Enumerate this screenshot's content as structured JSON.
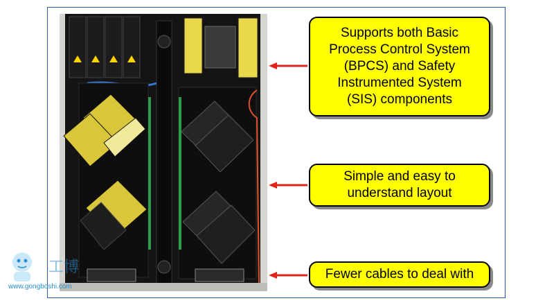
{
  "callouts": [
    {
      "text": "Supports both Basic\nProcess Control System\n(BPCS) and Safety\nInstrumented System\n(SIS) components"
    },
    {
      "text": "Simple and easy to\nunderstand layout"
    },
    {
      "text": "Fewer cables to deal with"
    }
  ],
  "watermark": {
    "url": "www.gongboshi.com",
    "logo_text": "工博"
  },
  "colors": {
    "callout_fill": "#ffff00",
    "arrow": "#e0241b",
    "frame": "#2d5aa8"
  }
}
